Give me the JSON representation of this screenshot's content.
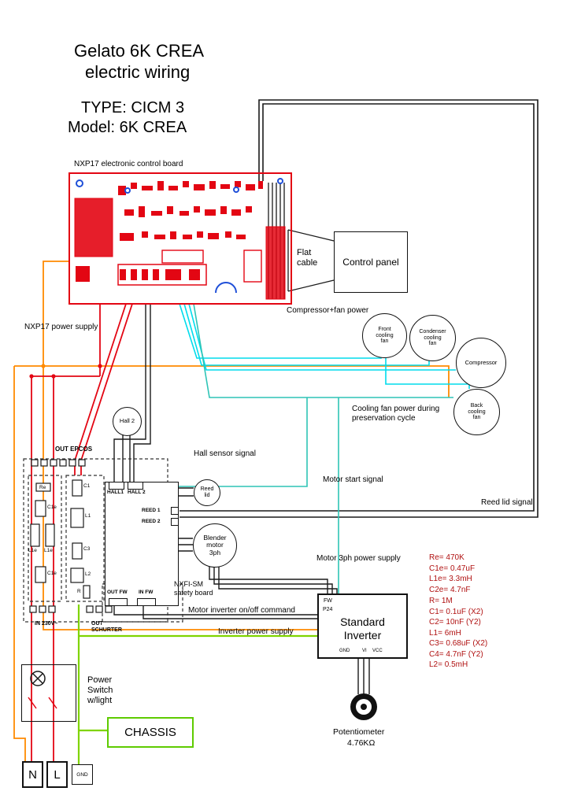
{
  "header": {
    "title_line1": "Gelato 6K CREA",
    "title_line2": "electric wiring",
    "type_line": "TYPE: CICM 3",
    "model_line": "Model: 6K CREA"
  },
  "labels": {
    "control_board": "NXP17 electronic control board",
    "flat_cable": "Flat\ncable",
    "control_panel": "Control panel",
    "compressor_fan_power": "Compressor+fan power",
    "cooling_fan_power": "Cooling fan power during\npreservation cycle",
    "nxp17_power_supply": "NXP17 power supply",
    "out_epcos": "OUT EPCOS",
    "hall_sensor_signal": "Hall sensor signal",
    "motor_start_signal": "Motor start signal",
    "reed_lid_signal": "Reed lid signal",
    "motor_3ph_power": "Motor 3ph power supply",
    "safety_board": "NXFI-SM\nsafety board",
    "motor_inverter_cmd": "Motor inverter on/off command",
    "inverter_power_supply": "Inverter power supply",
    "in_230v": "IN 230V~",
    "out_schurter": "OUT\nSCHURTER",
    "power_switch": "Power\nSwitch\nw/light",
    "chassis": "CHASSIS",
    "potentiometer": "Potentiometer",
    "pot_value": "4.76KΩ"
  },
  "circles": {
    "hall2": "Hall 2",
    "reed_lid": "Reed\nlid",
    "blender_motor": "Blender\nmotor\n3ph",
    "front_fan": "Front\ncooling\nfan",
    "condenser_fan": "Condenser\ncooling\nfan",
    "compressor": "Compressor",
    "back_fan": "Back\ncooling\nfan"
  },
  "safety_board": {
    "hall1": "HALL1",
    "hall2": "HALL 2",
    "reed1": "REED 1",
    "reed2": "REED 2",
    "out_fw": "OUT FW",
    "in_fw": "IN FW"
  },
  "inverter": {
    "title": "Standard\nInverter",
    "fw": "FW",
    "p24": "P24",
    "gnd": "GND",
    "vi": "VI",
    "vcc": "VCC"
  },
  "emi": {
    "re": "Re",
    "c1e_top": "C1e",
    "l1e_left": "L1e",
    "l1e_right": "L1e",
    "c1e_bottom": "C1e",
    "c1": "C1",
    "l1": "L1",
    "c3": "C3",
    "l2": "L2",
    "r": "R"
  },
  "values_epcos": [
    "Re= 470K",
    "C1e= 0.47uF",
    "L1e= 3.3mH",
    "C2e= 4.7nF"
  ],
  "values_filter": [
    "R= 1M",
    "C1= 0.1uF (X2)",
    "C2= 10nF (Y2)",
    "L1= 6mH",
    "C3= 0.68uF (X2)",
    "C4= 4.7nF (Y2)",
    "L2= 0.5mH"
  ],
  "terminals": {
    "n": "N",
    "l": "L",
    "gnd": "GND"
  },
  "colors": {
    "wire_red": "#e30613",
    "wire_orange": "#ff8a00",
    "wire_cyan": "#00dcec",
    "wire_teal": "#2ec4b6",
    "wire_green": "#7fd400",
    "wire_black": "#1a1a1a",
    "pcb_red": "#e30613",
    "chassis_green": "#5ecb00",
    "pcb_blue": "#1f4fd8"
  }
}
